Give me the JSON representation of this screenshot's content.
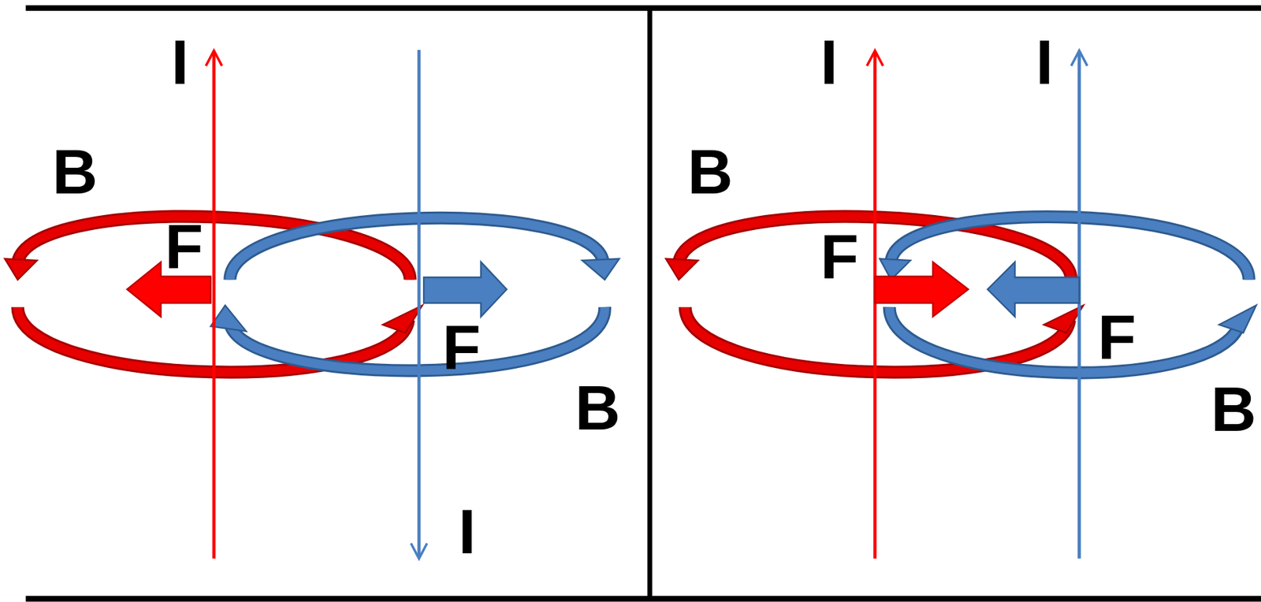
{
  "diagram": {
    "labels": [
      "I",
      "B",
      "F",
      "F",
      "B",
      "I",
      "I",
      "I",
      "B",
      "F",
      "F",
      "B"
    ]
  }
}
